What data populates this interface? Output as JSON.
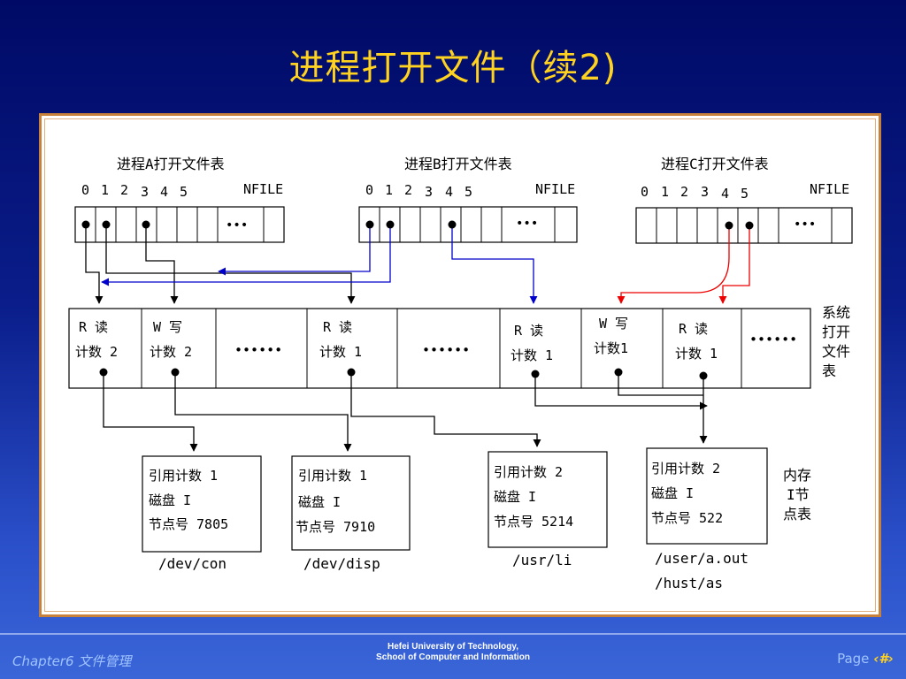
{
  "slide": {
    "title": "进程打开文件（续2)"
  },
  "process_tables": [
    {
      "title": "进程A打开文件表",
      "indices": [
        "0",
        "1",
        "2",
        "3",
        "4",
        "5"
      ],
      "nfile": "NFILE",
      "ellipsis": "•••"
    },
    {
      "title": "进程B打开文件表",
      "indices": [
        "0",
        "1",
        "2",
        "3",
        "4",
        "5"
      ],
      "nfile": "NFILE",
      "ellipsis": "•••"
    },
    {
      "title": "进程C打开文件表",
      "indices": [
        "0",
        "1",
        "2",
        "3",
        "4",
        "5"
      ],
      "nfile": "NFILE",
      "ellipsis": "•••"
    }
  ],
  "system_table": {
    "label_lines": [
      "系统",
      "打开",
      "文件",
      "表"
    ],
    "entries": [
      {
        "mode": "R  读",
        "count": "计数 2"
      },
      {
        "mode": "W  写",
        "count": "计数 2"
      },
      {
        "ellipsis": "••••••"
      },
      {
        "mode": "R  读",
        "count": "计数 1"
      },
      {
        "ellipsis": "••••••"
      },
      {
        "mode": "R  读",
        "count": "计数 1"
      },
      {
        "mode": "W  写",
        "count": "计数1"
      },
      {
        "mode": "R  读",
        "count": "计数 1"
      },
      {
        "ellipsis": "••••••"
      }
    ]
  },
  "inode_table": {
    "label_lines": [
      "内存",
      "I节",
      "点表"
    ],
    "entries": [
      {
        "refcount": "引用计数  1",
        "disk": "磁盘 I",
        "node": "节点号  7805",
        "paths": [
          "/dev/con"
        ]
      },
      {
        "refcount": "引用计数  1",
        "disk": "磁盘 I",
        "node": "节点号  7910",
        "paths": [
          "/dev/disp"
        ]
      },
      {
        "refcount": "引用计数  2",
        "disk": "磁盘 I",
        "node": "节点号  5214",
        "paths": [
          "/usr/li"
        ]
      },
      {
        "refcount": "引用计数  2",
        "disk": "磁盘 I",
        "node": "节点号   522",
        "paths": [
          "/user/a.out",
          "/hust/as"
        ]
      }
    ]
  },
  "colors": {
    "line_black": "#000000",
    "line_blue": "#0000cc",
    "line_red": "#ee0000"
  },
  "footer": {
    "chapter": "Chapter6 文件管理",
    "university": "Hefei University of Technology,",
    "school": "School of Computer and Information",
    "page_label": "Page",
    "page_icon": "‹#›"
  }
}
